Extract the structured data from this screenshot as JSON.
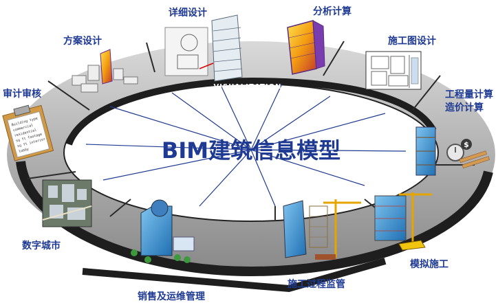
{
  "title": "BIM建筑信息模型",
  "band_label": "VISUALIZATION",
  "stages": {
    "design_scheme": "方案设计",
    "detailed_design": "详细设计",
    "analysis_calc": "分析计算",
    "construction_drawing": "施工图设计",
    "quantity_calc_line1": "工程量计算",
    "quantity_calc_line2": "造价计算",
    "simulated_construction": "模拟施工",
    "construction_monitoring": "施工过程监管",
    "sales_operation": "销售及运维管理",
    "digital_city": "数字城市",
    "audit_review": "审计审核"
  },
  "clipboard_lines": [
    "Building type",
    "commercial",
    "residential",
    "sq ft footage",
    "sq ft interior",
    "lobby"
  ],
  "colors": {
    "label": "#1f3a93",
    "ring_track": "#1e1e1e",
    "ring_surface": "#bcbcbc",
    "accent_orange": "#f39c12",
    "glass_blue": "#4aa3df"
  }
}
